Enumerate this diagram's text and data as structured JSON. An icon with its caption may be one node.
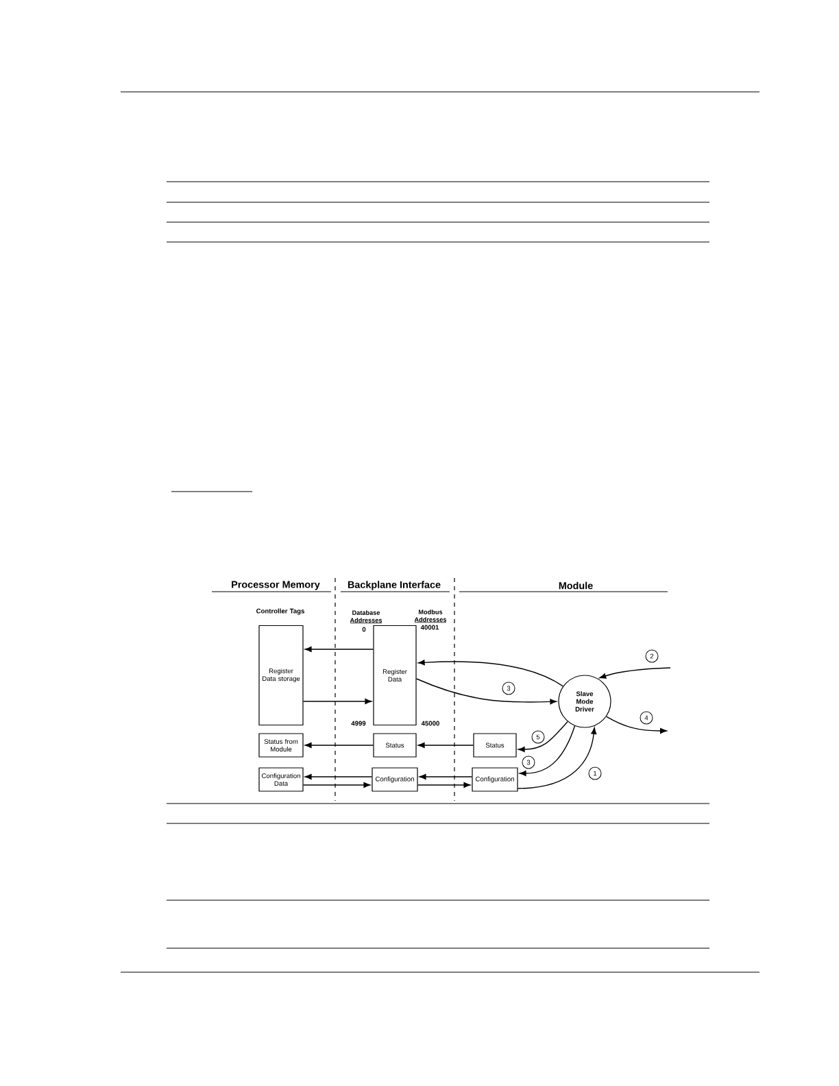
{
  "diagram": {
    "nodes": [
      {
        "text": [
          "Register Data storage"
        ]
      },
      {
        "text": [
          "Status from Module"
        ]
      },
      {
        "text": [
          "Configuration Data"
        ]
      },
      {
        "text": [
          "Register Data"
        ]
      },
      {
        "text": [
          "Status"
        ]
      },
      {
        "text": [
          "Configuration"
        ]
      },
      {
        "text": [
          "Status"
        ]
      },
      {
        "text": [
          "Configuration"
        ]
      },
      {
        "text": [
          "Slave Mode Driver"
        ]
      }
    ],
    "edges": [
      {
        "from": 3,
        "to": 0,
        "arrow": "to"
      },
      {
        "from": 0,
        "to": 3,
        "arrow": "to"
      },
      {
        "from": 8,
        "to": 3,
        "arrow": "to"
      },
      {
        "from": 3,
        "to": 8,
        "arrow": "to",
        "label": "3"
      },
      {
        "from": null,
        "to": 8,
        "arrow": "to",
        "label": "2"
      },
      {
        "from": 8,
        "to": null,
        "arrow": "to",
        "label": "4"
      },
      {
        "from": 8,
        "to": 6,
        "arrow": "to",
        "label": "5"
      },
      {
        "from": 6,
        "to": 4,
        "arrow": "to"
      },
      {
        "from": 4,
        "to": 1,
        "arrow": "to"
      },
      {
        "from": 8,
        "to": 7,
        "arrow": "to",
        "label": "3"
      },
      {
        "from": 7,
        "to": 8,
        "arrow": "to",
        "label": "1"
      },
      {
        "from": 7,
        "to": 5,
        "arrow": "to"
      },
      {
        "from": 5,
        "to": 7,
        "arrow": "to"
      },
      {
        "from": 5,
        "to": 2,
        "arrow": "to"
      },
      {
        "from": 2,
        "to": 5,
        "arrow": "to"
      }
    ],
    "labels": [
      "Processor Memory",
      "Backplane Interface",
      "Module",
      "Controller Tags",
      "Database Addresses",
      "Modbus Addresses",
      "0",
      "40001",
      "4999",
      "45000"
    ]
  }
}
